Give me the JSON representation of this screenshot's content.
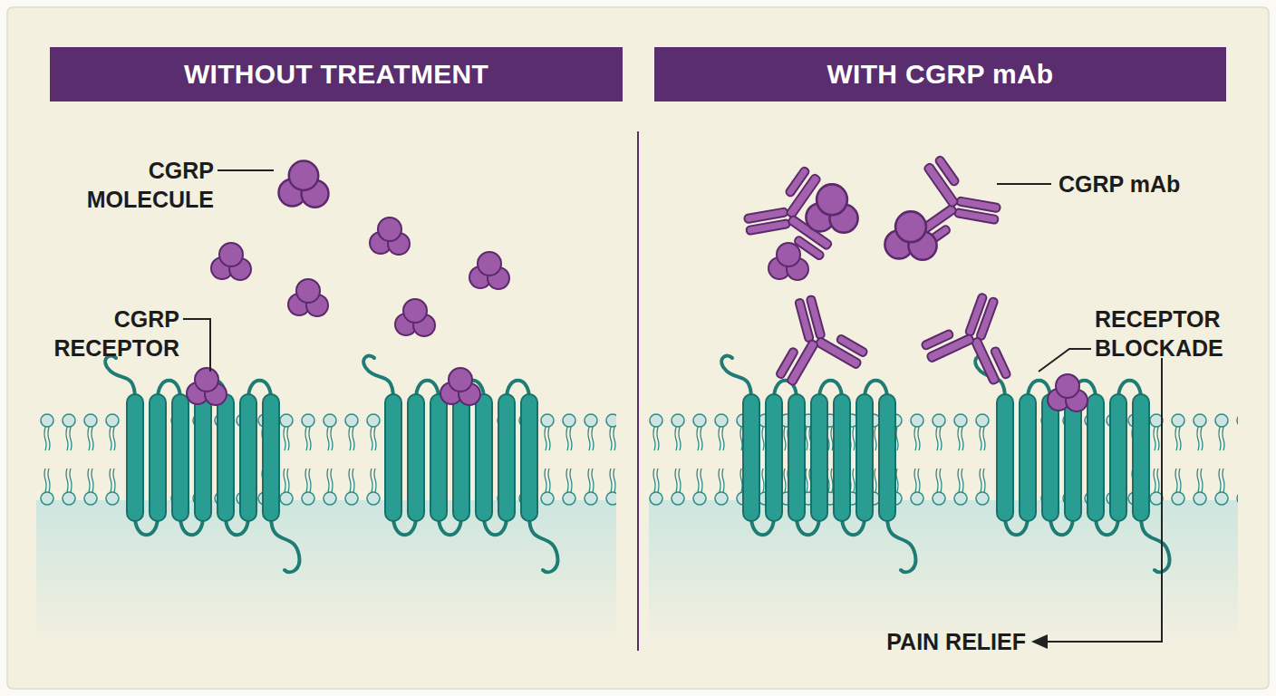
{
  "diagram": {
    "nodes": [
      {
        "text": [
          "WITHOUT TREATMENT"
        ]
      },
      {
        "text": [
          "WITH CGRP mAb"
        ]
      }
    ],
    "labels": [
      "CGRP MOLECULE",
      "CGRP RECEPTOR",
      "CGRP mAb",
      "RECEPTOR BLOCKADE",
      "PAIN RELIEF"
    ]
  }
}
